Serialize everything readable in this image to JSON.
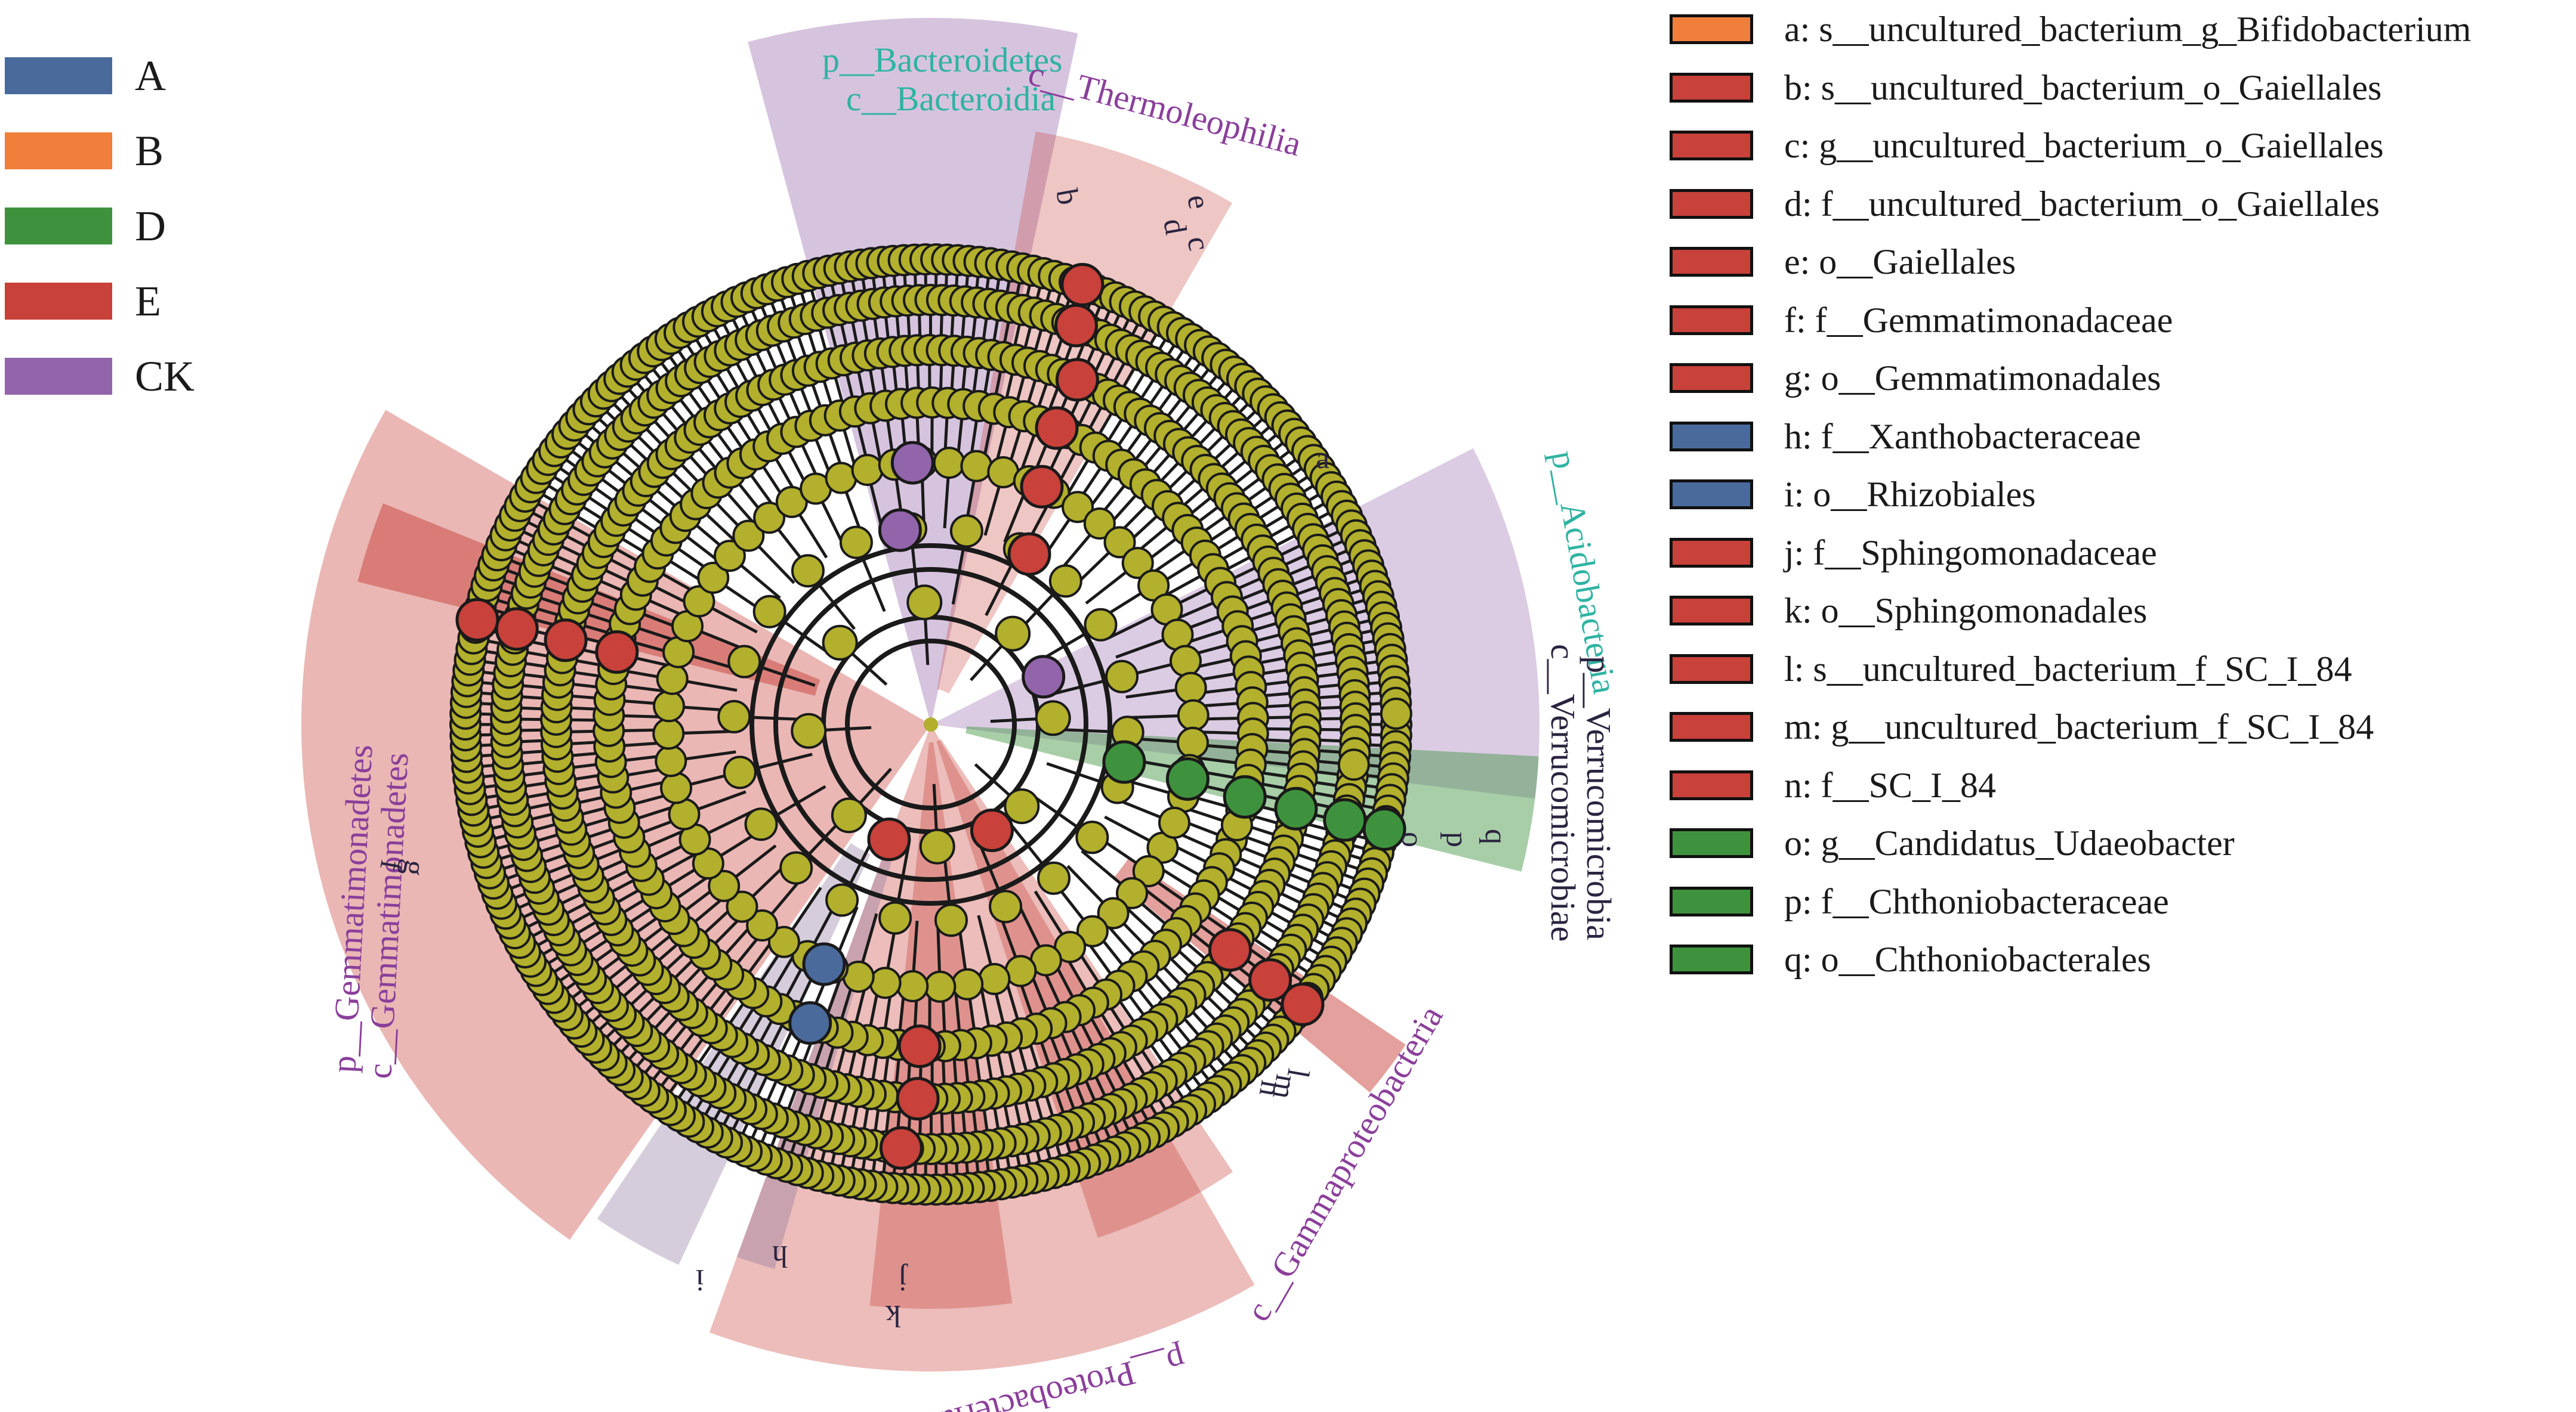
{
  "group_legend": [
    {
      "label": "A",
      "color": "#4a6a9b"
    },
    {
      "label": "B",
      "color": "#f07f3c"
    },
    {
      "label": "D",
      "color": "#3f923d"
    },
    {
      "label": "E",
      "color": "#c8413a"
    },
    {
      "label": "CK",
      "color": "#9265ab"
    }
  ],
  "taxon_legend": [
    {
      "label": "a: s__uncultured_bacterium_g_Bifidobacterium",
      "color": "#f07f3c"
    },
    {
      "label": "b: s__uncultured_bacterium_o_Gaiellales",
      "color": "#c8413a"
    },
    {
      "label": "c: g__uncultured_bacterium_o_Gaiellales",
      "color": "#c8413a"
    },
    {
      "label": "d: f__uncultured_bacterium_o_Gaiellales",
      "color": "#c8413a"
    },
    {
      "label": "e: o__Gaiellales",
      "color": "#c8413a"
    },
    {
      "label": "f: f__Gemmatimonadaceae",
      "color": "#c8413a"
    },
    {
      "label": "g: o__Gemmatimonadales",
      "color": "#c8413a"
    },
    {
      "label": "h: f__Xanthobacteraceae",
      "color": "#4a6a9b"
    },
    {
      "label": "i: o__Rhizobiales",
      "color": "#4a6a9b"
    },
    {
      "label": "j: f__Sphingomonadaceae",
      "color": "#c8413a"
    },
    {
      "label": "k: o__Sphingomonadales",
      "color": "#c8413a"
    },
    {
      "label": "l: s__uncultured_bacterium_f_SC_I_84",
      "color": "#c8413a"
    },
    {
      "label": "m: g__uncultured_bacterium_f_SC_I_84",
      "color": "#c8413a"
    },
    {
      "label": "n: f__SC_I_84",
      "color": "#c8413a"
    },
    {
      "label": "o: g__Candidatus_Udaeobacter",
      "color": "#3f923d"
    },
    {
      "label": "p: f__Chthoniobacteraceae",
      "color": "#3f923d"
    },
    {
      "label": "q: o__Chthoniobacterales",
      "color": "#3f923d"
    }
  ],
  "clade_labels": {
    "bacteroidetes_phylum": "p__Bacteroidetes",
    "bacteroidia_class": "c__Bacteroidia",
    "thermoleophilia_class": "c__Thermoleophilia",
    "acidobacteria_phylum": "p__Acidobacteria",
    "verrucomicrobia_phylum": "p__Verrucomicrobia",
    "verrucomicrobiae_class": "c__Verrucomicrobiae",
    "gemmatimonadetes_phylum": "p__Gemmatimonadetes",
    "gemmatimonadetes_class": "c__Gemmatimonadetes",
    "gammaproteobacteria_class": "c__Gammaproteobacteria",
    "proteobacteria_phylum": "p__Proteobacteria"
  },
  "sector_letters": [
    "a",
    "b",
    "c",
    "d",
    "e",
    "f",
    "g",
    "h",
    "i",
    "j",
    "k",
    "l",
    "m",
    "n",
    "o",
    "p",
    "q"
  ],
  "colors": {
    "node_default": "#b2b02c",
    "node_stroke": "#1a1a1a",
    "purple_text": "#8a3f9a",
    "teal_text": "#2fb3a2",
    "dark_text": "#2b2440"
  }
}
